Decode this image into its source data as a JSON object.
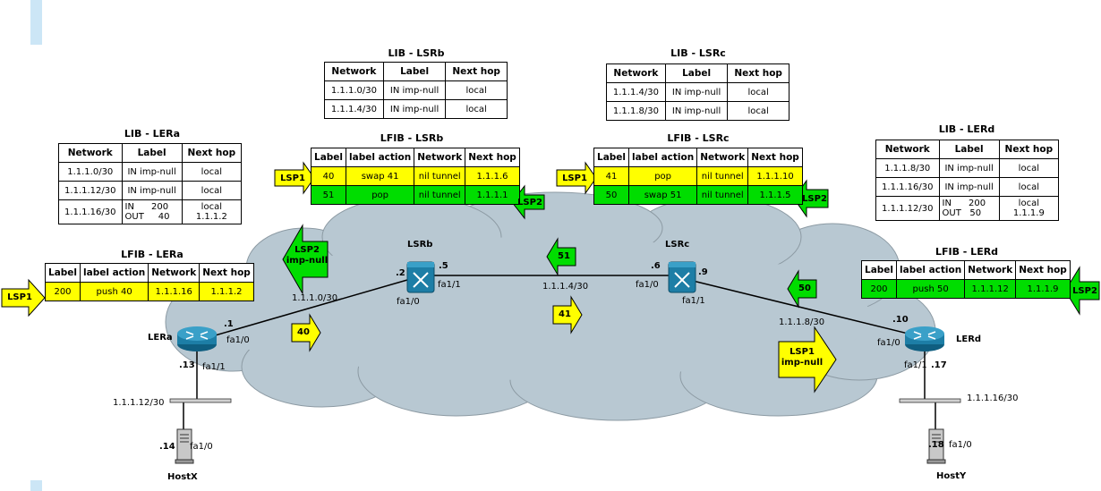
{
  "colors": {
    "cloud": "#b8c8d2",
    "yellow": "#ffff00",
    "green": "#00dd00",
    "router": "#1d7ea6"
  },
  "lib_lera": {
    "title": "LIB - LERa",
    "headers": [
      "Network",
      "Label",
      "Next hop"
    ],
    "rows": [
      {
        "network": "1.1.1.0/30",
        "label": "IN imp-null",
        "nexthop": "local"
      },
      {
        "network": "1.1.1.12/30",
        "label": "IN imp-null",
        "nexthop": "local"
      },
      {
        "network": "1.1.1.16/30",
        "label_in": "IN      200",
        "label_out": "OUT     40",
        "nexthop_in": "local",
        "nexthop_out": "1.1.1.2"
      }
    ]
  },
  "lfib_lera": {
    "title": "LFIB - LERa",
    "headers": [
      "Label",
      "label action",
      "Network",
      "Next hop"
    ],
    "rows": [
      {
        "label": "200",
        "action": "push 40",
        "network": "1.1.1.16",
        "nexthop": "1.1.1.2"
      }
    ]
  },
  "lib_lsrb": {
    "title": "LIB - LSRb",
    "headers": [
      "Network",
      "Label",
      "Next hop"
    ],
    "rows": [
      {
        "network": "1.1.1.0/30",
        "label": "IN imp-null",
        "nexthop": "local"
      },
      {
        "network": "1.1.1.4/30",
        "label": "IN imp-null",
        "nexthop": "local"
      }
    ]
  },
  "lfib_lsrb": {
    "title": "LFIB - LSRb",
    "headers": [
      "Label",
      "label action",
      "Network",
      "Next hop"
    ],
    "rows": [
      {
        "label": "40",
        "action": "swap 41",
        "network": "nil tunnel",
        "nexthop": "1.1.1.6"
      },
      {
        "label": "51",
        "action": "pop",
        "network": "nil tunnel",
        "nexthop": "1.1.1.1"
      }
    ]
  },
  "lib_lsrc": {
    "title": "LIB - LSRc",
    "headers": [
      "Network",
      "Label",
      "Next hop"
    ],
    "rows": [
      {
        "network": "1.1.1.4/30",
        "label": "IN imp-null",
        "nexthop": "local"
      },
      {
        "network": "1.1.1.8/30",
        "label": "IN imp-null",
        "nexthop": "local"
      }
    ]
  },
  "lfib_lsrc": {
    "title": "LFIB - LSRc",
    "headers": [
      "Label",
      "label action",
      "Network",
      "Next hop"
    ],
    "rows": [
      {
        "label": "41",
        "action": "pop",
        "network": "nil tunnel",
        "nexthop": "1.1.1.10"
      },
      {
        "label": "50",
        "action": "swap 51",
        "network": "nil tunnel",
        "nexthop": "1.1.1.5"
      }
    ]
  },
  "lib_lerd": {
    "title": "LIB - LERd",
    "headers": [
      "Network",
      "Label",
      "Next hop"
    ],
    "rows": [
      {
        "network": "1.1.1.8/30",
        "label": "IN imp-null",
        "nexthop": "local"
      },
      {
        "network": "1.1.1.16/30",
        "label": "IN imp-null",
        "nexthop": "local"
      },
      {
        "network": "1.1.1.12/30",
        "label_in": "IN      200",
        "label_out": "OUT   50",
        "nexthop_in": "local",
        "nexthop_out": "1.1.1.9"
      }
    ]
  },
  "lfib_lerd": {
    "title": "LFIB - LERd",
    "headers": [
      "Label",
      "label action",
      "Network",
      "Next hop"
    ],
    "rows": [
      {
        "label": "200",
        "action": "push 50",
        "network": "1.1.1.12",
        "nexthop": "1.1.1.9"
      }
    ]
  },
  "devices": {
    "lera": "LERa",
    "lsrb": "LSRb",
    "lsrc": "LSRc",
    "lerd": "LERd",
    "hostx": "HostX",
    "hosty": "HostY"
  },
  "subnets": {
    "ab": "1.1.1.0/30",
    "bc": "1.1.1.4/30",
    "cd": "1.1.1.8/30",
    "ax": "1.1.1.12/30",
    "dy": "1.1.1.16/30"
  },
  "addresses": {
    "a1": ".1",
    "b2": ".2",
    "b5": ".5",
    "c6": ".6",
    "c9": ".9",
    "d10": ".10",
    "a13": ".13",
    "x14": ".14",
    "d17": ".17",
    "y18": ".18"
  },
  "interfaces": {
    "a_f10": "fa1/0",
    "a_f11": "fa1/1",
    "b_f11": "fa1/1",
    "b_f10": "fa1/0",
    "c_f10": "fa1/0",
    "c_f11": "fa1/1",
    "d_f10": "fa1/0",
    "d_f11": "fa1/1",
    "x_f10": "fa1/0",
    "y_f10": "fa1/0"
  },
  "arrows": {
    "lsp1_left": "LSP1",
    "lsp1_b": "LSP1",
    "lsp1_c": "LSP1",
    "lsp2_b": "LSP2",
    "lsp2_c": "LSP2",
    "lsp2_right": "LSP2",
    "lsp2_impnull_1": "LSP2",
    "lsp2_impnull_2": "imp-null",
    "lsp1_impnull_1": "LSP1",
    "lsp1_impnull_2": "imp-null",
    "label_40": "40",
    "label_41": "41",
    "label_51": "51",
    "label_50": "50"
  }
}
